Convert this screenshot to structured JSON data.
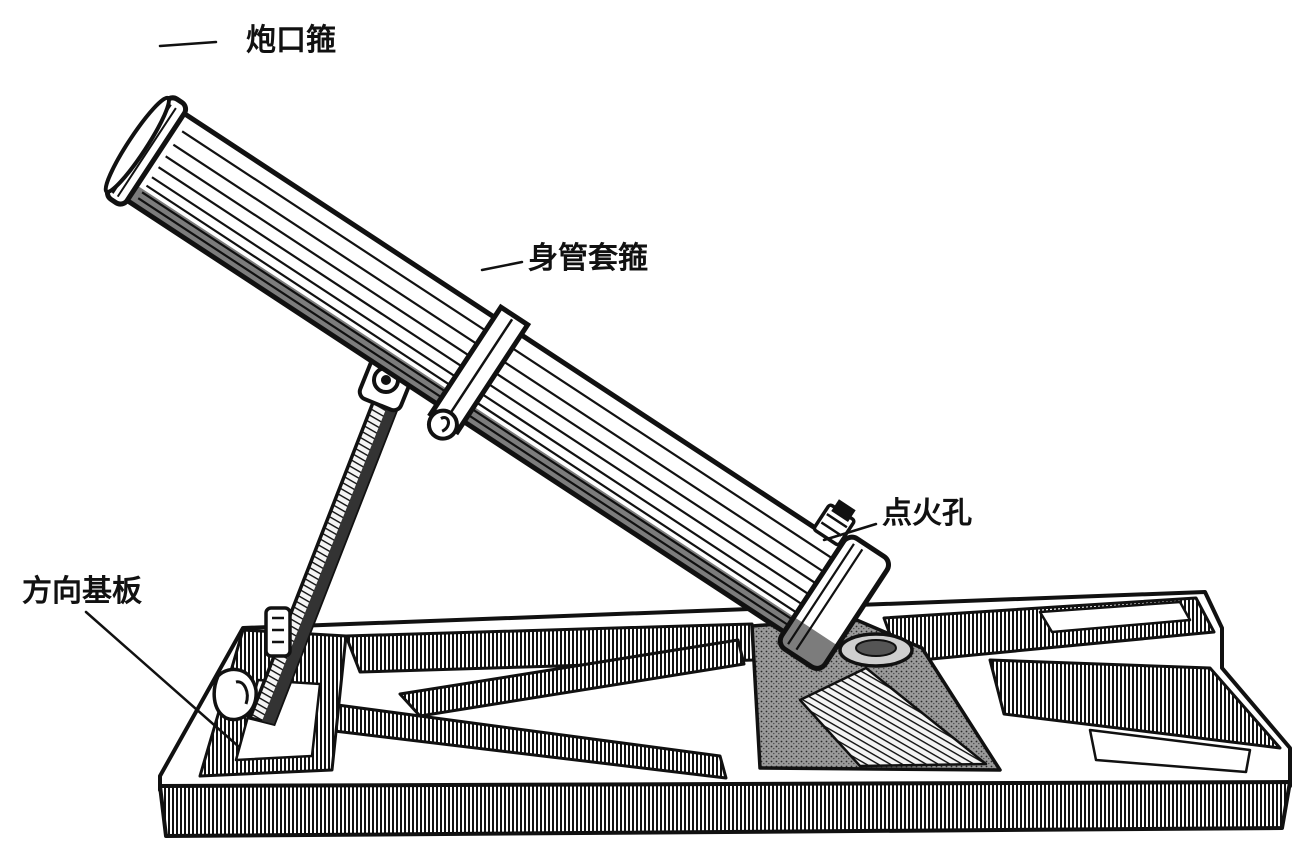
{
  "labels": {
    "muzzle_band": "炮口箍",
    "barrel_collar": "身管套箍",
    "touch_hole": "点火孔",
    "traverse_baseplate": "方向基板"
  },
  "colors": {
    "ink": "#111111",
    "paper": "#ffffff",
    "shade": "#8a8a8a"
  }
}
